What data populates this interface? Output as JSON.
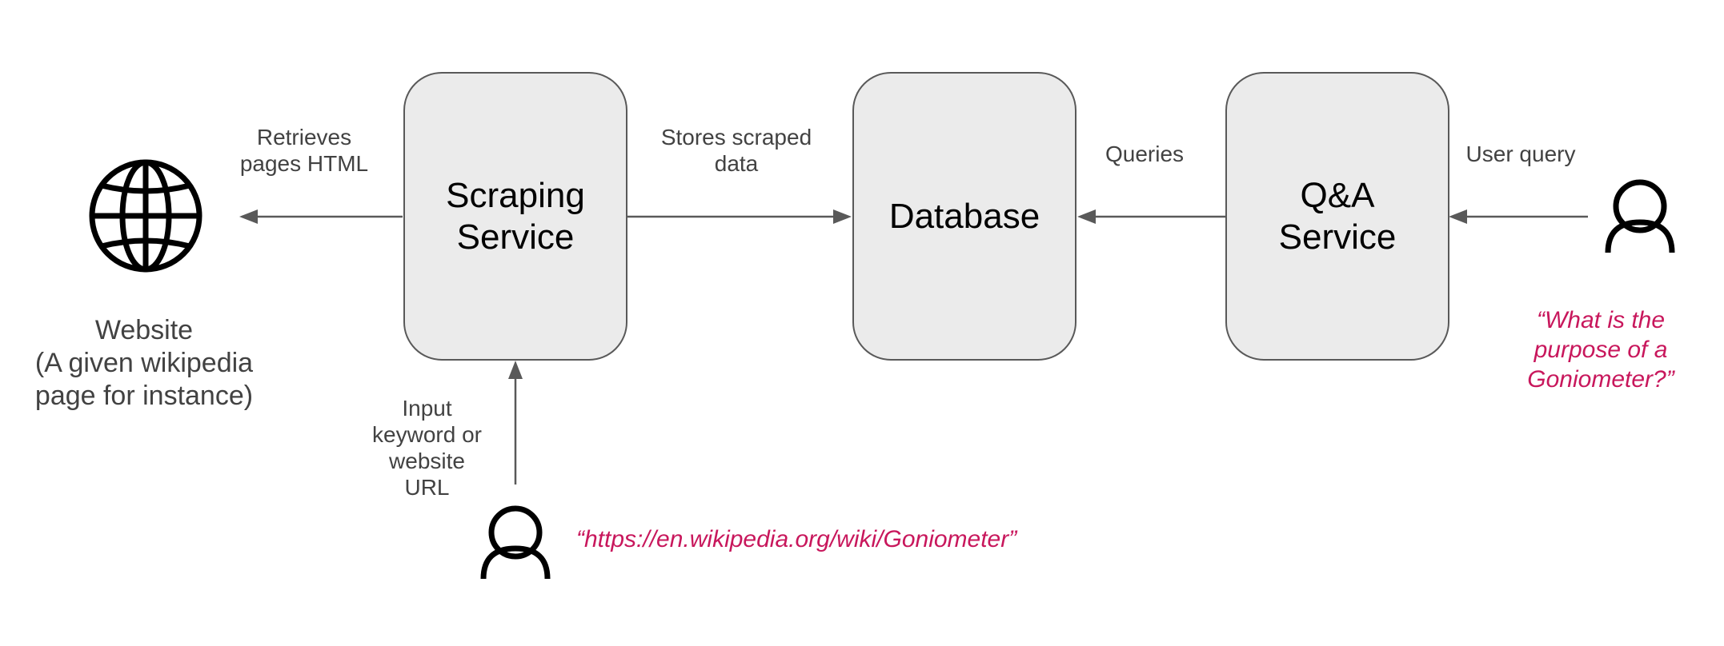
{
  "nodes": {
    "scraping_service": "Scraping\nService",
    "database": "Database",
    "qa_service": "Q&A\nService"
  },
  "labels": {
    "retrieves_html": "Retrieves\npages HTML",
    "stores_scraped": "Stores scraped\ndata",
    "queries": "Queries",
    "user_query": "User query",
    "input_keyword": "Input\nkeyword or\nwebsite\nURL",
    "website": "Website\n(A given wikipedia\npage for instance)"
  },
  "quotes": {
    "url_example": "“https://en.wikipedia.org/wiki/Goniometer”",
    "question_example": "“What is the\npurpose of a\nGoniometer?”"
  },
  "icons": {
    "website": "globe-icon",
    "scraper_user": "person-icon",
    "qa_user": "person-icon"
  },
  "colors": {
    "box_fill": "#ebebeb",
    "box_border": "#595959",
    "arrow": "#595959",
    "quote_text": "#c8175c"
  }
}
